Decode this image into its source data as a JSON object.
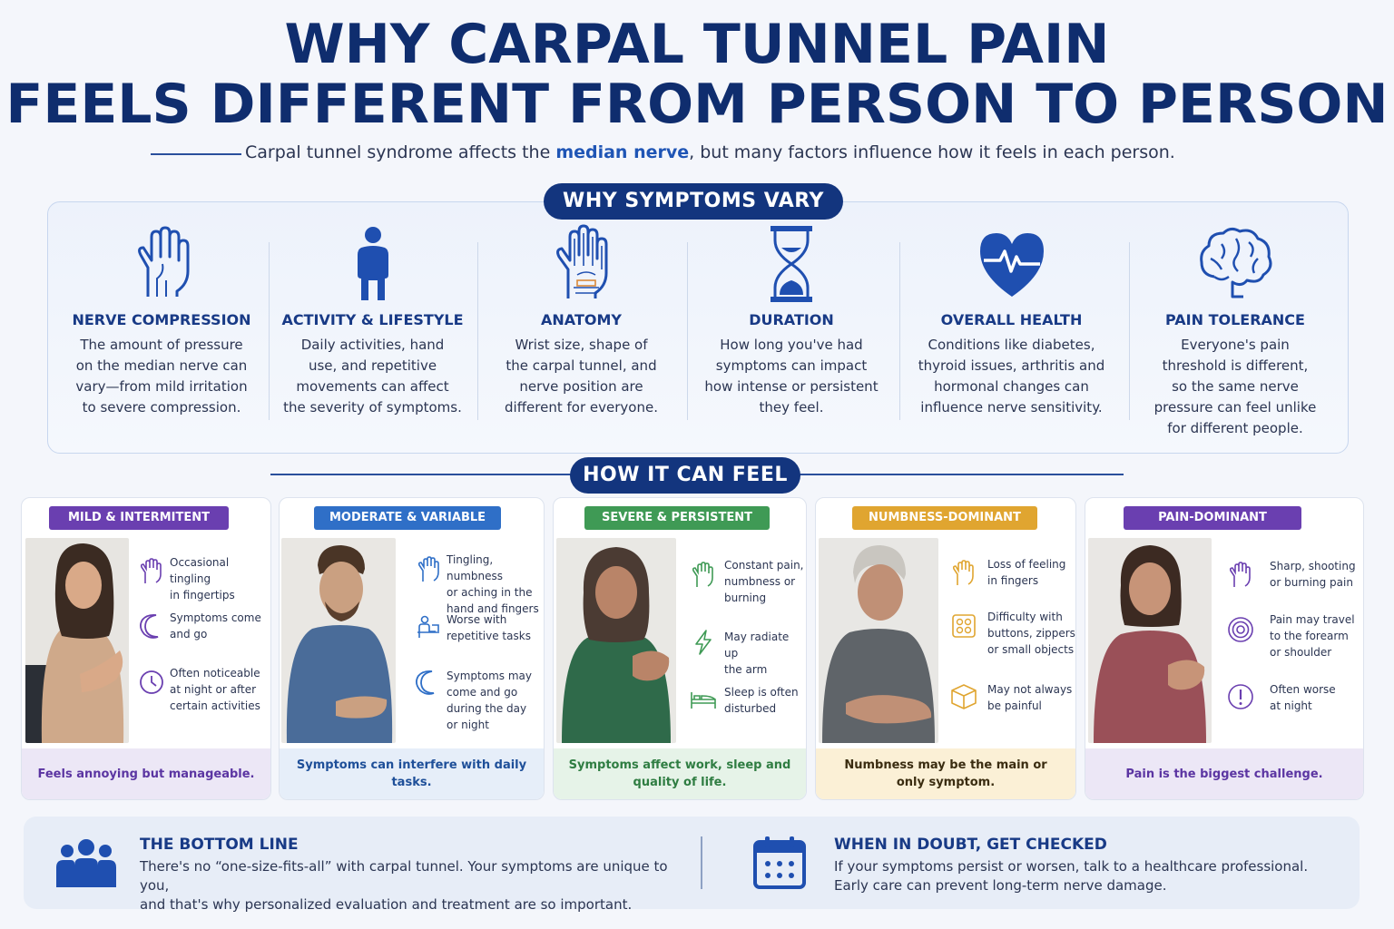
{
  "header": {
    "title_line1": "WHY CARPAL TUNNEL PAIN",
    "title_line2": "FEELS DIFFERENT FROM PERSON TO PERSON",
    "subtitle_pre": "Carpal tunnel syndrome affects the ",
    "subtitle_em": "median nerve",
    "subtitle_post": ", but many factors influence how it feels in each person."
  },
  "vary": {
    "heading": "WHY SYMPTOMS VARY",
    "items": [
      {
        "icon": "hand-nerve-icon",
        "title": "NERVE COMPRESSION",
        "lines": [
          "The amount of pressure",
          "on the median nerve can",
          "vary—from mild irritation",
          "to severe compression."
        ]
      },
      {
        "icon": "person-icon",
        "title": "ACTIVITY & LIFESTYLE",
        "lines": [
          "Daily activities, hand",
          "use, and repetitive",
          "movements can affect",
          "the severity of symptoms."
        ]
      },
      {
        "icon": "hand-anatomy-icon",
        "title": "ANATOMY",
        "lines": [
          "Wrist size, shape of",
          "the carpal tunnel, and",
          "nerve position are",
          "different for everyone."
        ]
      },
      {
        "icon": "hourglass-icon",
        "title": "DURATION",
        "lines": [
          "How long you've had",
          "symptoms can impact",
          "how intense or persistent",
          "they feel."
        ]
      },
      {
        "icon": "heart-pulse-icon",
        "title": "OVERALL HEALTH",
        "lines": [
          "Conditions like diabetes,",
          "thyroid issues, arthritis and",
          "hormonal changes can",
          "influence nerve sensitivity."
        ]
      },
      {
        "icon": "brain-icon",
        "title": "PAIN TOLERANCE",
        "lines": [
          "Everyone's pain",
          "threshold is different,",
          "so the same nerve",
          "pressure can feel unlike",
          "for different people."
        ]
      }
    ]
  },
  "feel": {
    "heading": "HOW IT CAN FEEL",
    "cards": [
      {
        "tag": "MILD & INTERMITENT",
        "color": "#6a3fb0",
        "footer": "Feels annoying but manageable.",
        "footer_color": "#5b35a2",
        "footer_bg": "#ece7f6",
        "symptoms": [
          {
            "icon": "hand-tingle-icon",
            "lines": [
              "Occasional tingling",
              "in fingertips"
            ]
          },
          {
            "icon": "moon-icon",
            "lines": [
              "Symptoms come",
              "and go"
            ]
          },
          {
            "icon": "clock-icon",
            "lines": [
              "Often noticeable",
              "at night or after",
              "certain activities"
            ]
          }
        ]
      },
      {
        "tag": "MODERATE & VARIABLE",
        "color": "#2f6fc7",
        "footer": "Symptoms can interfere with daily tasks.",
        "footer_color": "#1e4f99",
        "footer_bg": "#e6eef9",
        "symptoms": [
          {
            "icon": "hand-tingle-icon",
            "lines": [
              "Tingling, numbness",
              "or aching in the",
              "hand and fingers"
            ]
          },
          {
            "icon": "desk-worker-icon",
            "lines": [
              "Worse with",
              "repetitive tasks"
            ]
          },
          {
            "icon": "moon-icon",
            "lines": [
              "Symptoms may",
              "come and go",
              "during the day",
              "or night"
            ]
          }
        ]
      },
      {
        "tag": "SEVERE & PERSISTENT",
        "color": "#3f9a55",
        "footer": "Symptoms affect work, sleep and quality of life.",
        "footer_color": "#2f7d42",
        "footer_bg": "#e6f3e8",
        "symptoms": [
          {
            "icon": "hand-pain-icon",
            "lines": [
              "Constant pain,",
              "numbness or",
              "burning"
            ]
          },
          {
            "icon": "lightning-icon",
            "lines": [
              "May radiate up",
              "the arm"
            ]
          },
          {
            "icon": "bed-icon",
            "lines": [
              "Sleep is often",
              "disturbed"
            ]
          }
        ]
      },
      {
        "tag": "NUMBNESS-DOMINANT",
        "color": "#e0a530",
        "footer": "Numbness may be the main or only symptom.",
        "footer_color": "#3a2c10",
        "footer_bg": "#fbf0d6",
        "symptoms": [
          {
            "icon": "hand-numb-icon",
            "lines": [
              "Loss of feeling",
              "in fingers"
            ]
          },
          {
            "icon": "buttons-icon",
            "lines": [
              "Difficulty with",
              "buttons, zippers",
              "or small objects"
            ]
          },
          {
            "icon": "box-icon",
            "lines": [
              "May not always",
              "be painful"
            ]
          }
        ]
      },
      {
        "tag": "PAIN-DOMINANT",
        "color": "#6a3fb0",
        "footer": "Pain is the biggest challenge.",
        "footer_color": "#5b35a2",
        "footer_bg": "#ece7f6",
        "symptoms": [
          {
            "icon": "hand-sharp-icon",
            "lines": [
              "Sharp, shooting",
              "or burning pain"
            ]
          },
          {
            "icon": "target-icon",
            "lines": [
              "Pain may travel",
              "to the forearm",
              "or shoulder"
            ]
          },
          {
            "icon": "alert-icon",
            "lines": [
              "Often worse",
              "at night"
            ]
          }
        ]
      }
    ]
  },
  "bottom": {
    "left_icon": "group-icon",
    "left_title": "THE BOTTOM LINE",
    "left_lines": [
      "There's no “one-size-fits-all” with carpal tunnel. Your symptoms are unique to you,",
      "and that's why personalized evaluation and treatment are so important."
    ],
    "right_icon": "calendar-icon",
    "right_title": "WHEN IN DOUBT, GET CHECKED",
    "right_lines": [
      "If your symptoms persist or worsen, talk to a healthcare professional.",
      "Early care can prevent long-term nerve damage."
    ]
  }
}
